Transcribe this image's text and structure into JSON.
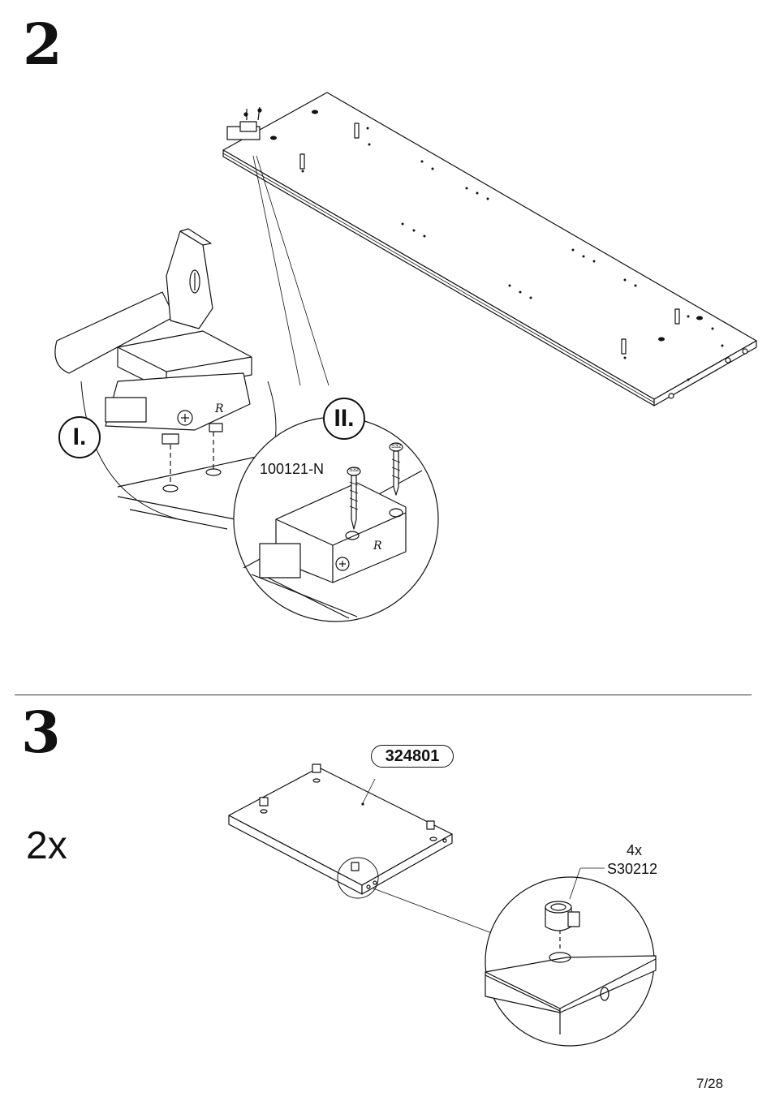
{
  "steps": [
    {
      "number": "2"
    },
    {
      "number": "3",
      "quantity": "2x"
    }
  ],
  "step2": {
    "callout_I": "I.",
    "callout_II": "II.",
    "hardware_code": "100121-N",
    "screw_code": "S32"
  },
  "step3": {
    "part_number": "324801",
    "hardware_qty": "4x",
    "hardware_code": "S30212"
  },
  "footer": {
    "page": "7/28"
  }
}
